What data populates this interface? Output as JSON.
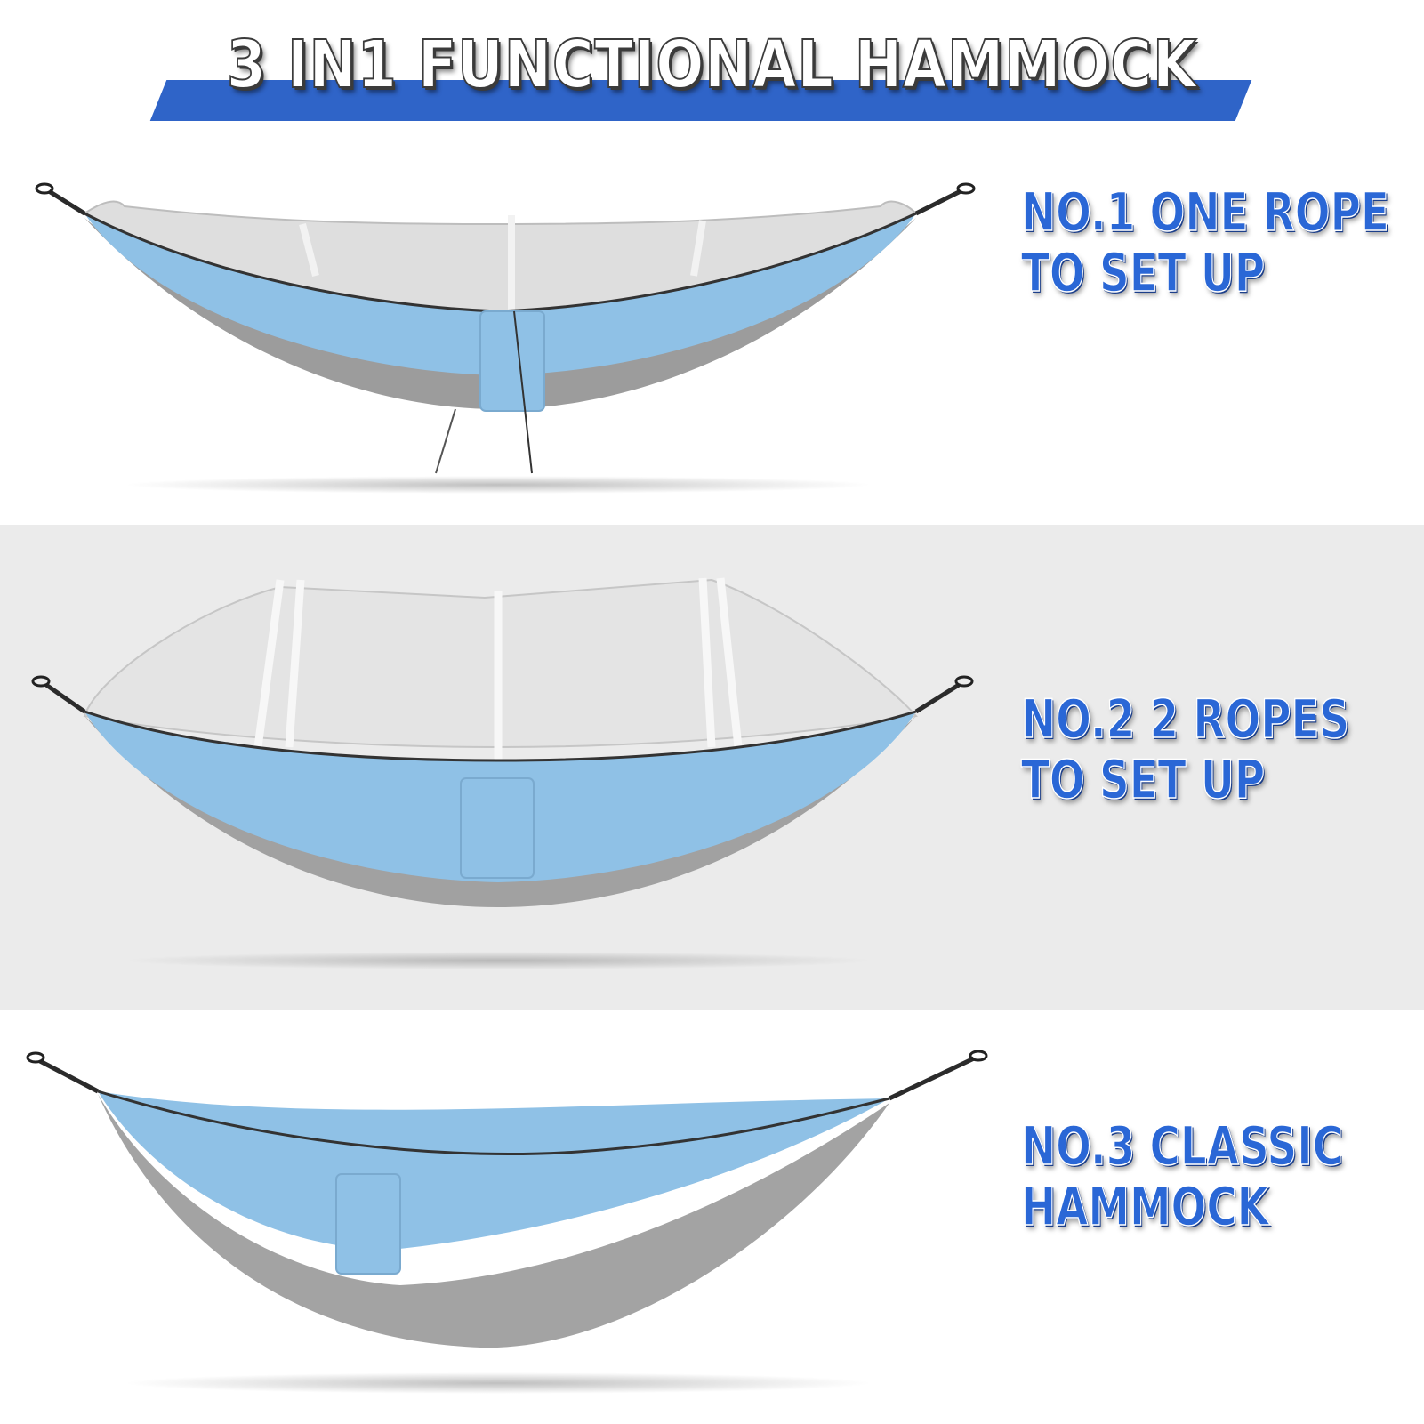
{
  "banner": {
    "title": "3 IN1 FUNCTIONAL HAMMOCK",
    "accent_color": "#2f64c8"
  },
  "options": [
    {
      "line1": "NO.1 ONE ROPE",
      "line2": "TO SET UP",
      "variant": "hammock-with-net-one-rope"
    },
    {
      "line1": "NO.2 2 ROPES",
      "line2": "TO SET UP",
      "variant": "hammock-with-net-two-ropes"
    },
    {
      "line1": "NO.3 CLASSIC",
      "line2": "HAMMOCK",
      "variant": "classic-hammock"
    }
  ],
  "colors": {
    "fabric_blue": "#8fc1e6",
    "fabric_gray": "#9a9a9a",
    "mesh_gray": "#d9d9d9",
    "caption_blue": "#2a67d6"
  }
}
